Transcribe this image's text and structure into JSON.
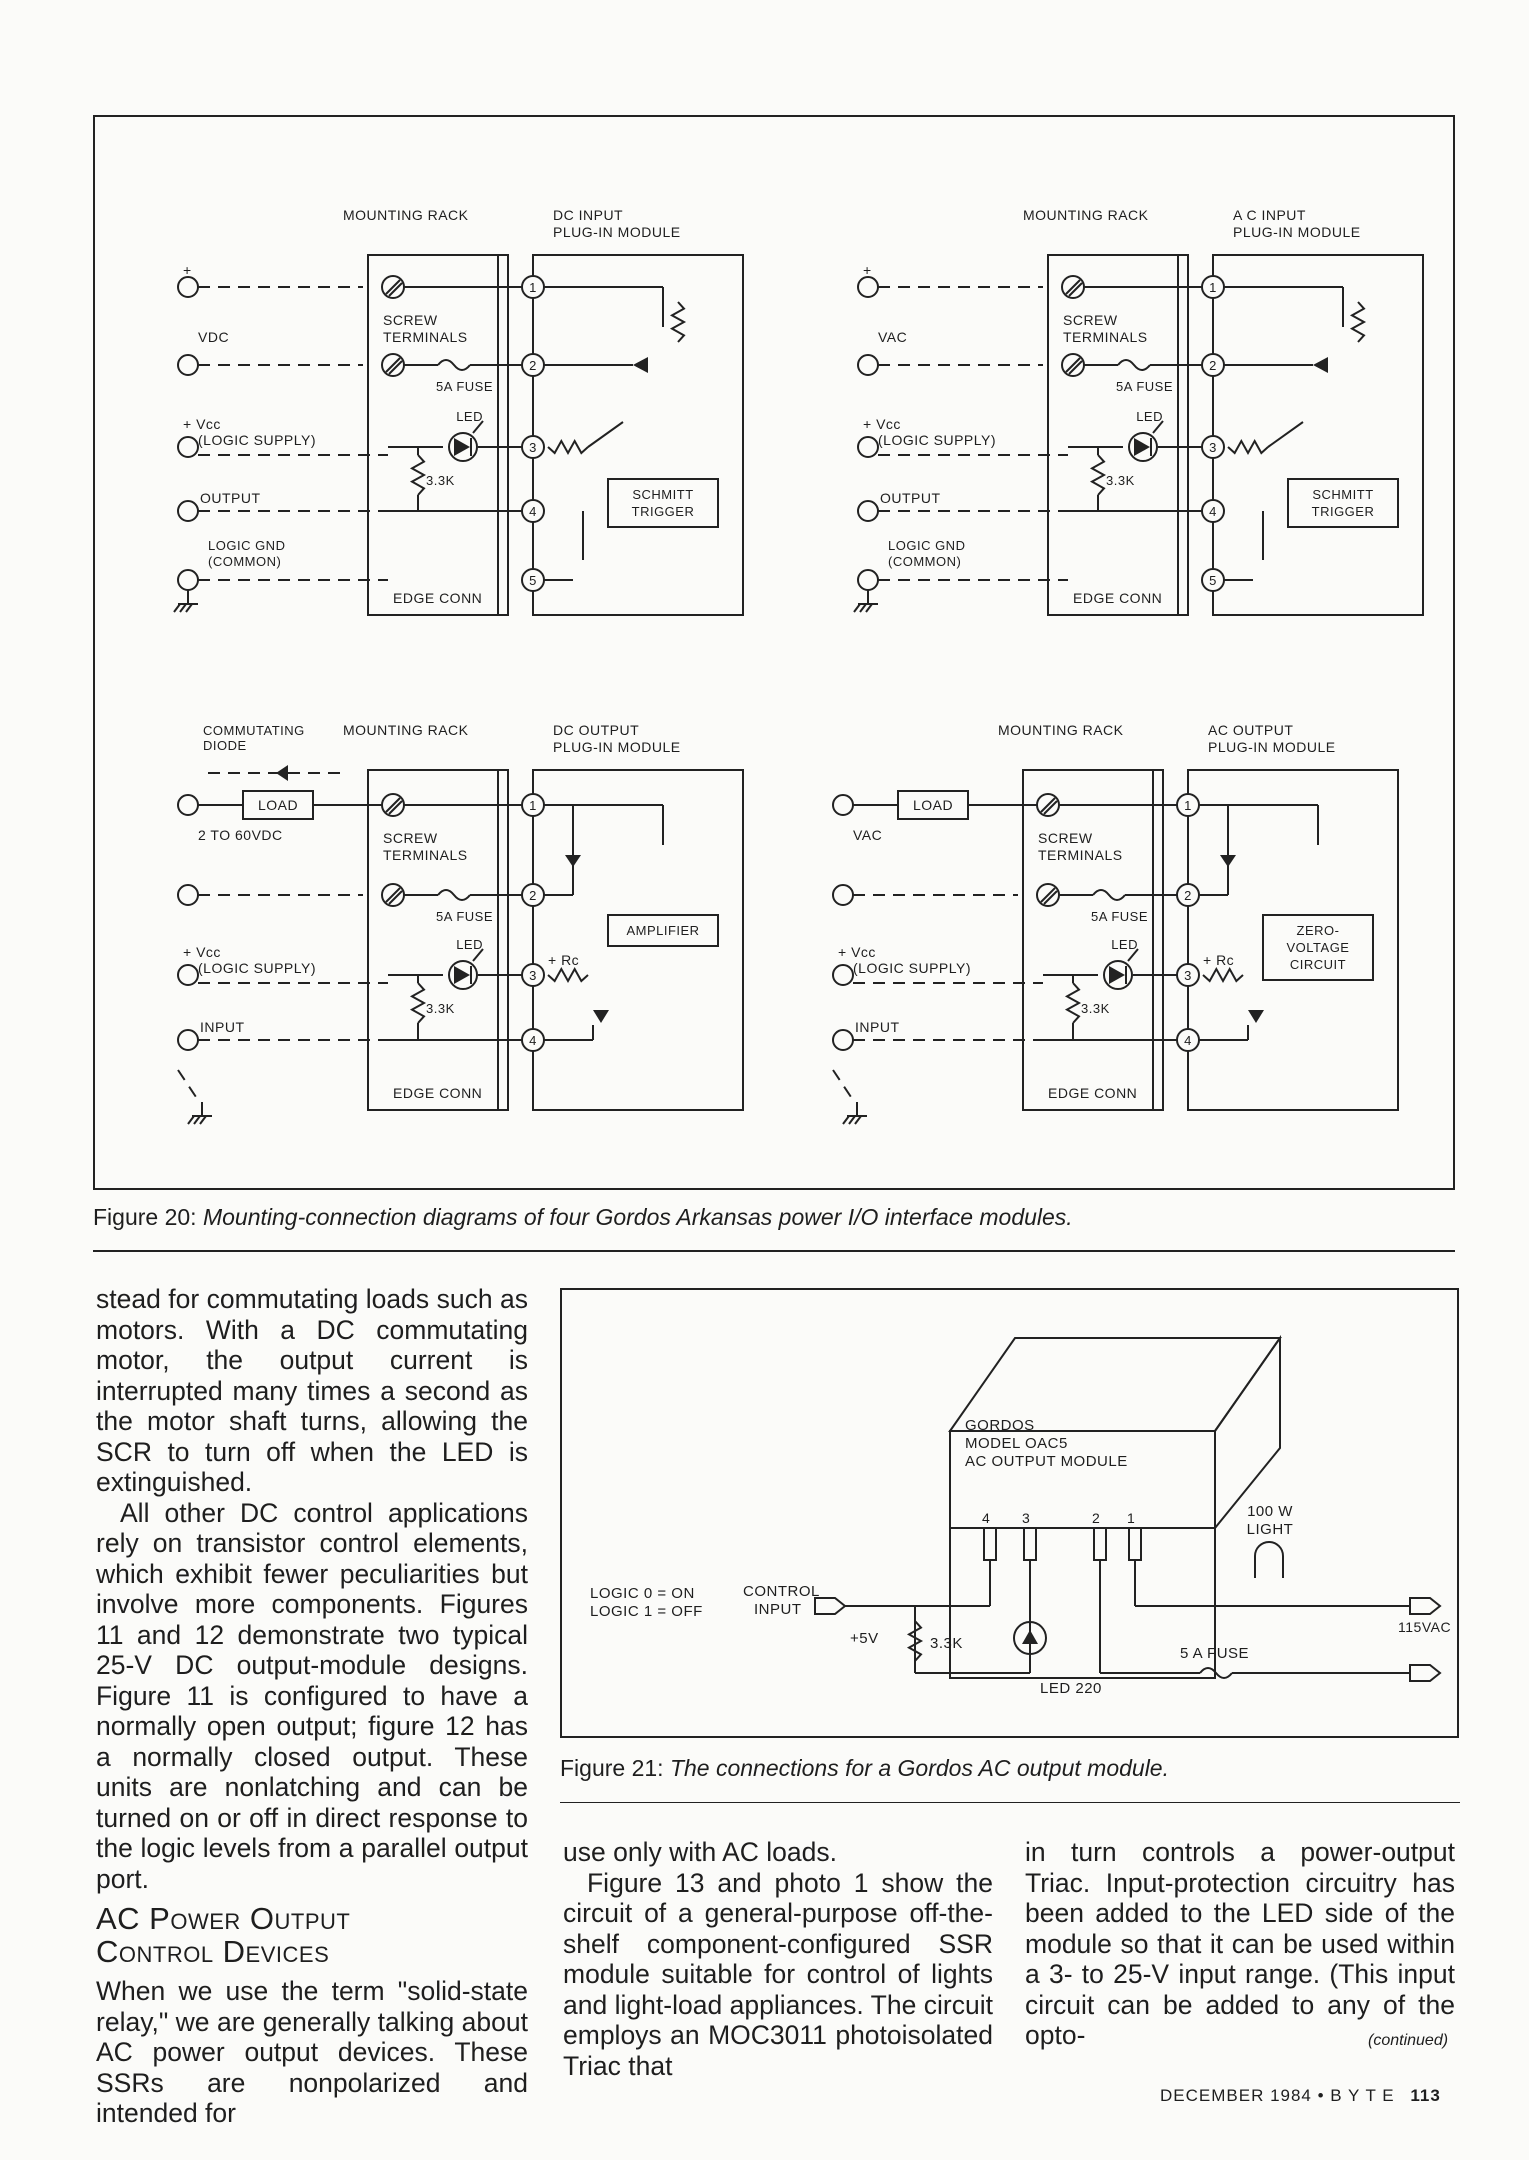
{
  "figure20": {
    "diagrams": [
      {
        "rack_label": "MOUNTING RACK",
        "module_label": [
          "DC INPUT",
          "PLUG-IN MODULE"
        ],
        "supply_label": "VDC",
        "screw_label": [
          "SCREW",
          "TERMINALS"
        ],
        "fuse_label": "5A FUSE",
        "led_label": "LED",
        "vcc_label": [
          "+ Vcc",
          "(LOGIC SUPPLY)"
        ],
        "resistor_label": "3.3K",
        "signal_label": "OUTPUT",
        "gnd_label": [
          "LOGIC GND",
          "(COMMON)"
        ],
        "edge_label": "EDGE CONN",
        "box_label": [
          "SCHMITT",
          "TRIGGER"
        ],
        "pins": [
          "1",
          "2",
          "3",
          "4",
          "5"
        ]
      },
      {
        "rack_label": "MOUNTING RACK",
        "module_label": [
          "A C INPUT",
          "PLUG-IN MODULE"
        ],
        "supply_label": "VAC",
        "screw_label": [
          "SCREW",
          "TERMINALS"
        ],
        "fuse_label": "5A FUSE",
        "led_label": "LED",
        "vcc_label": [
          "+ Vcc",
          "(LOGIC SUPPLY)"
        ],
        "resistor_label": "3.3K",
        "signal_label": "OUTPUT",
        "gnd_label": [
          "LOGIC GND",
          "(COMMON)"
        ],
        "edge_label": "EDGE CONN",
        "box_label": [
          "SCHMITT",
          "TRIGGER"
        ],
        "pins": [
          "1",
          "2",
          "3",
          "4",
          "5"
        ]
      },
      {
        "rack_label": "MOUNTING RACK",
        "module_label": [
          "DC OUTPUT",
          "PLUG-IN MODULE"
        ],
        "diode_label": [
          "COMMUTATING",
          "DIODE"
        ],
        "load_label": "LOAD",
        "supply_label": "2 TO 60VDC",
        "screw_label": [
          "SCREW",
          "TERMINALS"
        ],
        "fuse_label": "5A FUSE",
        "led_label": "LED",
        "vcc_label": [
          "+ Vcc",
          "(LOGIC SUPPLY)"
        ],
        "resistor_label": "3.3K",
        "signal_label": "INPUT",
        "edge_label": "EDGE CONN",
        "box_label": [
          "AMPLIFIER"
        ],
        "rc_label": "+ Rc",
        "pins": [
          "1",
          "2",
          "3",
          "4"
        ]
      },
      {
        "rack_label": "MOUNTING RACK",
        "module_label": [
          "AC OUTPUT",
          "PLUG-IN MODULE"
        ],
        "load_label": "LOAD",
        "supply_label": "VAC",
        "screw_label": [
          "SCREW",
          "TERMINALS"
        ],
        "fuse_label": "5A FUSE",
        "led_label": "LED",
        "vcc_label": [
          "+ Vcc",
          "(LOGIC SUPPLY)"
        ],
        "resistor_label": "3.3K",
        "signal_label": "INPUT",
        "edge_label": "EDGE CONN",
        "box_label": [
          "ZERO-",
          "VOLTAGE",
          "CIRCUIT"
        ],
        "rc_label": "+ Rc",
        "pins": [
          "1",
          "2",
          "3",
          "4"
        ]
      }
    ],
    "caption_label": "Figure 20:",
    "caption_text": "Mounting-connection diagrams of four Gordos Arkansas power I/O interface modules."
  },
  "figure21": {
    "module_label": [
      "GORDOS",
      "MODEL OAC5",
      "AC OUTPUT MODULE"
    ],
    "pin_labels": [
      "4",
      "3",
      "2",
      "1"
    ],
    "light_label": [
      "100 W",
      "LIGHT"
    ],
    "logic_labels": [
      "LOGIC 0 = ON",
      "LOGIC 1 = OFF"
    ],
    "control_label": [
      "CONTROL",
      "INPUT"
    ],
    "supply_label": "+5V",
    "resistor_label": "3.3K",
    "led_label": "LED 220",
    "fuse_label": "5 A FUSE",
    "ac_label": "115VAC",
    "caption_label": "Figure 21:",
    "caption_text": "The connections for a Gordos AC output module."
  },
  "article": {
    "left_col": [
      "stead for commutating loads such as motors. With a DC commutating motor, the output current is interrupted many times a second as the motor shaft turns, allowing the SCR to turn off when the LED is extinguished.",
      "All other DC control applications rely on transistor control elements, which exhibit fewer peculiarities but involve more components. Figures 11 and 12 demonstrate two typical 25-V DC output-module designs. Figure 11 is configured to have a normally open output; figure 12 has a normally closed output. These units are nonlatching and can be turned on or off in direct response to the logic levels from a parallel output port."
    ],
    "heading": [
      "AC Power Output",
      "Control Devices"
    ],
    "left_col_after": "When we use the term \"solid-state relay,\" we are generally talking about AC power output devices. These SSRs are nonpolarized and intended for",
    "mid_col": [
      "use only with AC loads.",
      "Figure 13 and photo 1 show the circuit of a general-purpose off-the-shelf component-configured SSR module suitable for control of lights and light-load appliances. The circuit employs an MOC3011 photoisolated Triac that"
    ],
    "right_col": "in turn controls a power-output Triac. Input-protection circuitry has been added to the LED side of the module so that it can be used within a 3- to 25-V input range. (This input circuit can be added to any of the opto-",
    "continued": "(continued)"
  },
  "footer": {
    "text": "DECEMBER 1984 • B Y T E",
    "page": "113"
  }
}
